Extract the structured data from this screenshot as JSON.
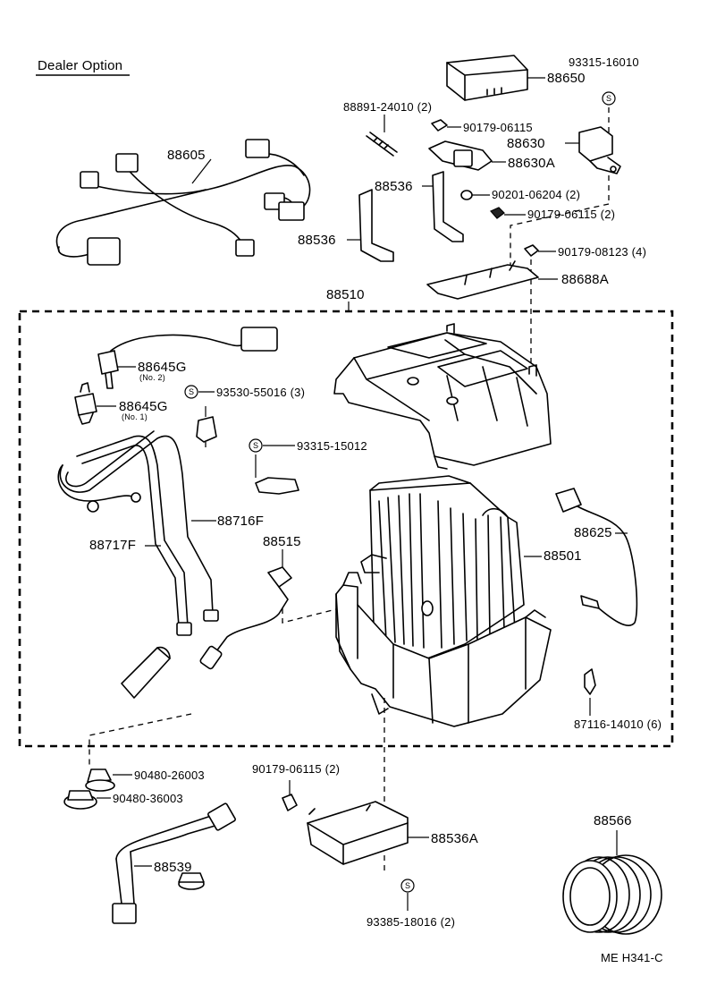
{
  "dealer_option": "Dealer Option",
  "code": "ME H341-C",
  "s_mark": "S",
  "labels": {
    "p93315_16010": "93315-16010",
    "p88650": "88650",
    "p88891": "88891-24010 (2)",
    "p90179_06115a": "90179-06115",
    "p88630": "88630",
    "p88630a": "88630A",
    "p88605": "88605",
    "p88536a": "88536",
    "p90201": "90201-06204 (2)",
    "p90179_06115b": "90179-06115 (2)",
    "p88536b": "88536",
    "p90179_08123": "90179-08123 (4)",
    "p88688a": "88688A",
    "p88510": "88510",
    "p88645g_2": "88645G",
    "no2": "(No. 2)",
    "p93530": "93530-55016 (3)",
    "p88645g_1": "88645G",
    "no1": "(No. 1)",
    "p93315_15012": "93315-15012",
    "p88716f": "88716F",
    "p88717f": "88717F",
    "p88515": "88515",
    "p88625": "88625",
    "p88501": "88501",
    "p87116": "87116-14010 (6)",
    "p90480_26003": "90480-26003",
    "p90480_36003": "90480-36003",
    "p90179_06115c": "90179-06115 (2)",
    "p88566": "88566",
    "p88536c": "88536A",
    "p88539": "88539",
    "p93385": "93385-18016 (2)"
  }
}
